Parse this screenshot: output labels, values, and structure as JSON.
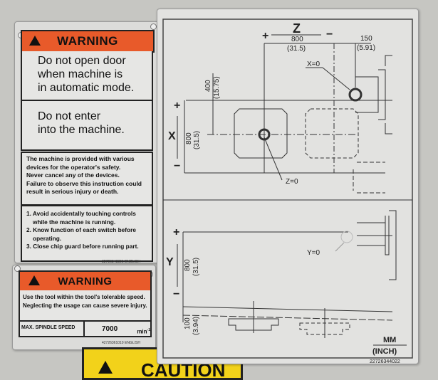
{
  "left_sign": {
    "header": "WARNING",
    "line1": [
      "Do not open door",
      "when machine is",
      "in automatic mode."
    ],
    "line2": [
      "Do not enter",
      "into the machine."
    ],
    "para": [
      "The machine is provided with various",
      "devices for the operator's safety.",
      "Never cancel any of the devices.",
      "Failure to observe this instruction could",
      "result in serious injury or death."
    ],
    "list": [
      "1. Avoid accidentally touching controls",
      "while the machine is running.",
      "2. Know function of each switch before",
      "operating.",
      "3. Close chip guard before running part."
    ],
    "part_number": "32726343891",
    "language": "ENGLISH"
  },
  "speed_sign": {
    "header": "WARNING",
    "text": [
      "Use the tool within the tool's tolerable speed.",
      "Neglecting the usage can cause severe injury."
    ],
    "label": "MAX. SPINDLE SPEED",
    "value": "7000",
    "unit": "min",
    "unit_exp": "-1",
    "part_number": "42726361010",
    "language": "ENGLISH"
  },
  "diagram": {
    "z_axis": "Z",
    "plus": "+",
    "minus": "−",
    "z_dim": "800",
    "z_dim_in": "(31.5)",
    "z2_dim": "150",
    "z2_dim_in": "(5.91)",
    "x_zero": "X=0",
    "z_zero": "Z=0",
    "y_zero": "Y=0",
    "x_axis": "X",
    "x_dim": "800",
    "x_dim_in": "(31.5)",
    "x2_dim": "400",
    "x2_dim_in": "(15.75)",
    "y_axis": "Y",
    "y_dim": "800",
    "y_dim_in": "(31.5)",
    "y2_dim": "100",
    "y2_dim_in": "(3.94)",
    "units_top": "MM",
    "units_bottom": "(INCH)",
    "part_number": "22726344022"
  },
  "caution_sign": {
    "header": "CAUTION"
  },
  "colors": {
    "warning_orange": "#e85a2a",
    "caution_yellow": "#f2d21a"
  }
}
